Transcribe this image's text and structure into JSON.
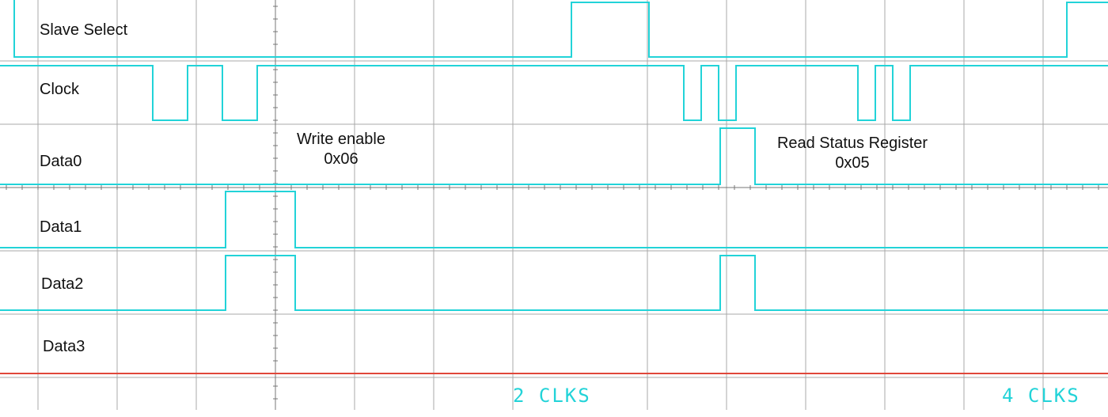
{
  "colors": {
    "trace": "#22d3d8",
    "data3_trace": "#e0473a",
    "grid": "#a8a8a8",
    "background": "#ffffff"
  },
  "channels": [
    {
      "name": "Slave Select"
    },
    {
      "name": "Clock"
    },
    {
      "name": "Data0"
    },
    {
      "name": "Data1"
    },
    {
      "name": "Data2"
    },
    {
      "name": "Data3"
    }
  ],
  "annotations": {
    "write_enable": {
      "title": "Write enable",
      "code": "0x06"
    },
    "read_status": {
      "title": "Read Status Register",
      "code": "0x05"
    }
  },
  "markers": {
    "first": "2 CLKS",
    "second": "4 CLKS"
  }
}
